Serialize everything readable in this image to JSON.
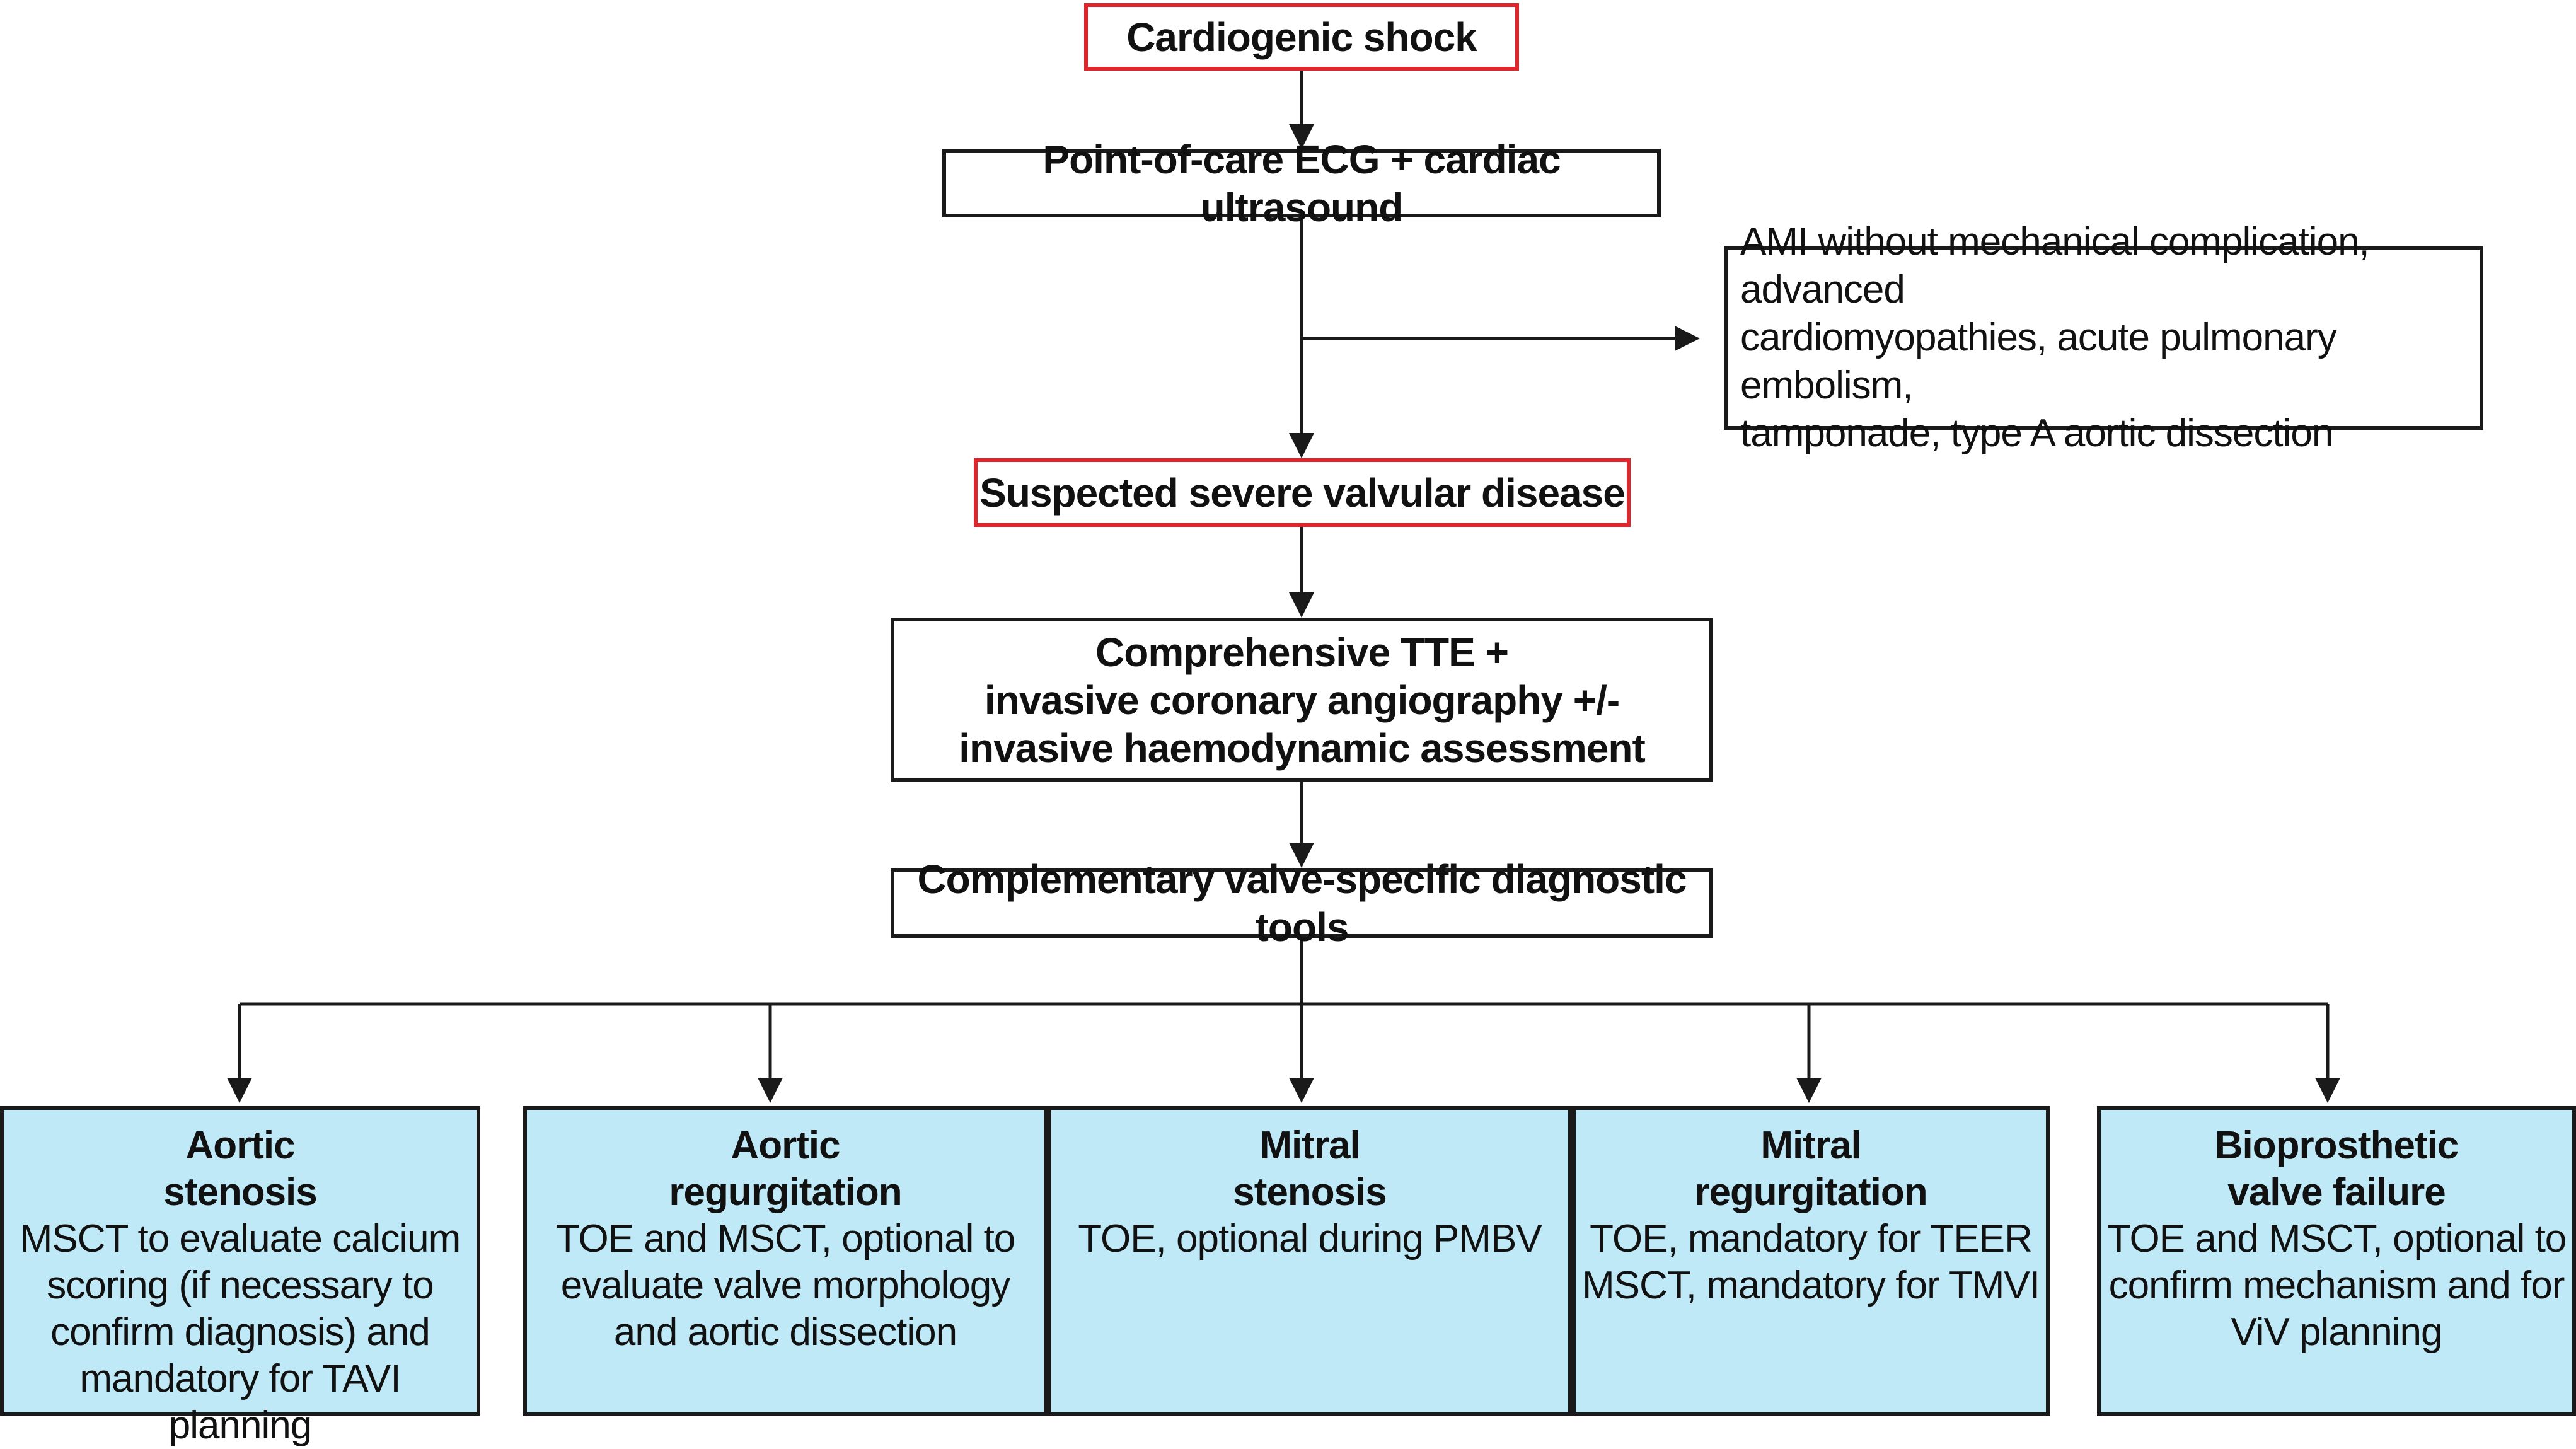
{
  "nodes": {
    "cardiogenic_shock": "Cardiogenic shock",
    "point_of_care": "Point-of-care ECG + cardiac ultrasound",
    "side_branch": [
      "AMI without mechanical complication, advanced",
      "cardiomyopathies, acute pulmonary embolism,",
      "tamponade, type A aortic dissection"
    ],
    "suspected": "Suspected severe valvular disease",
    "comprehensive": [
      "Comprehensive TTE +",
      "invasive coronary angiography +/-",
      "invasive haemodynamic assessment"
    ],
    "complementary": "Complementary valve-specific diagnostic tools"
  },
  "valves": [
    {
      "title": [
        "Aortic",
        "stenosis"
      ],
      "desc": [
        "MSCT to evaluate calcium",
        "scoring (if necessary to",
        "confirm diagnosis) and",
        "mandatory for TAVI planning"
      ]
    },
    {
      "title": [
        "Aortic",
        "regurgitation"
      ],
      "desc": [
        "TOE and MSCT, optional to",
        "evaluate valve morphology",
        "and aortic dissection"
      ]
    },
    {
      "title": [
        "Mitral",
        "stenosis"
      ],
      "desc": [
        "TOE, optional during PMBV"
      ]
    },
    {
      "title": [
        "Mitral",
        "regurgitation"
      ],
      "desc": [
        "TOE, mandatory for TEER",
        "MSCT, mandatory for TMVI"
      ]
    },
    {
      "title": [
        "Bioprosthetic",
        "valve failure"
      ],
      "desc": [
        "TOE and MSCT, optional to",
        "confirm mechanism and for",
        "ViV planning"
      ]
    }
  ],
  "colors": {
    "highlight_border": "#e0262d",
    "valve_fill": "#bfe9f6",
    "line": "#1a1a1a"
  }
}
